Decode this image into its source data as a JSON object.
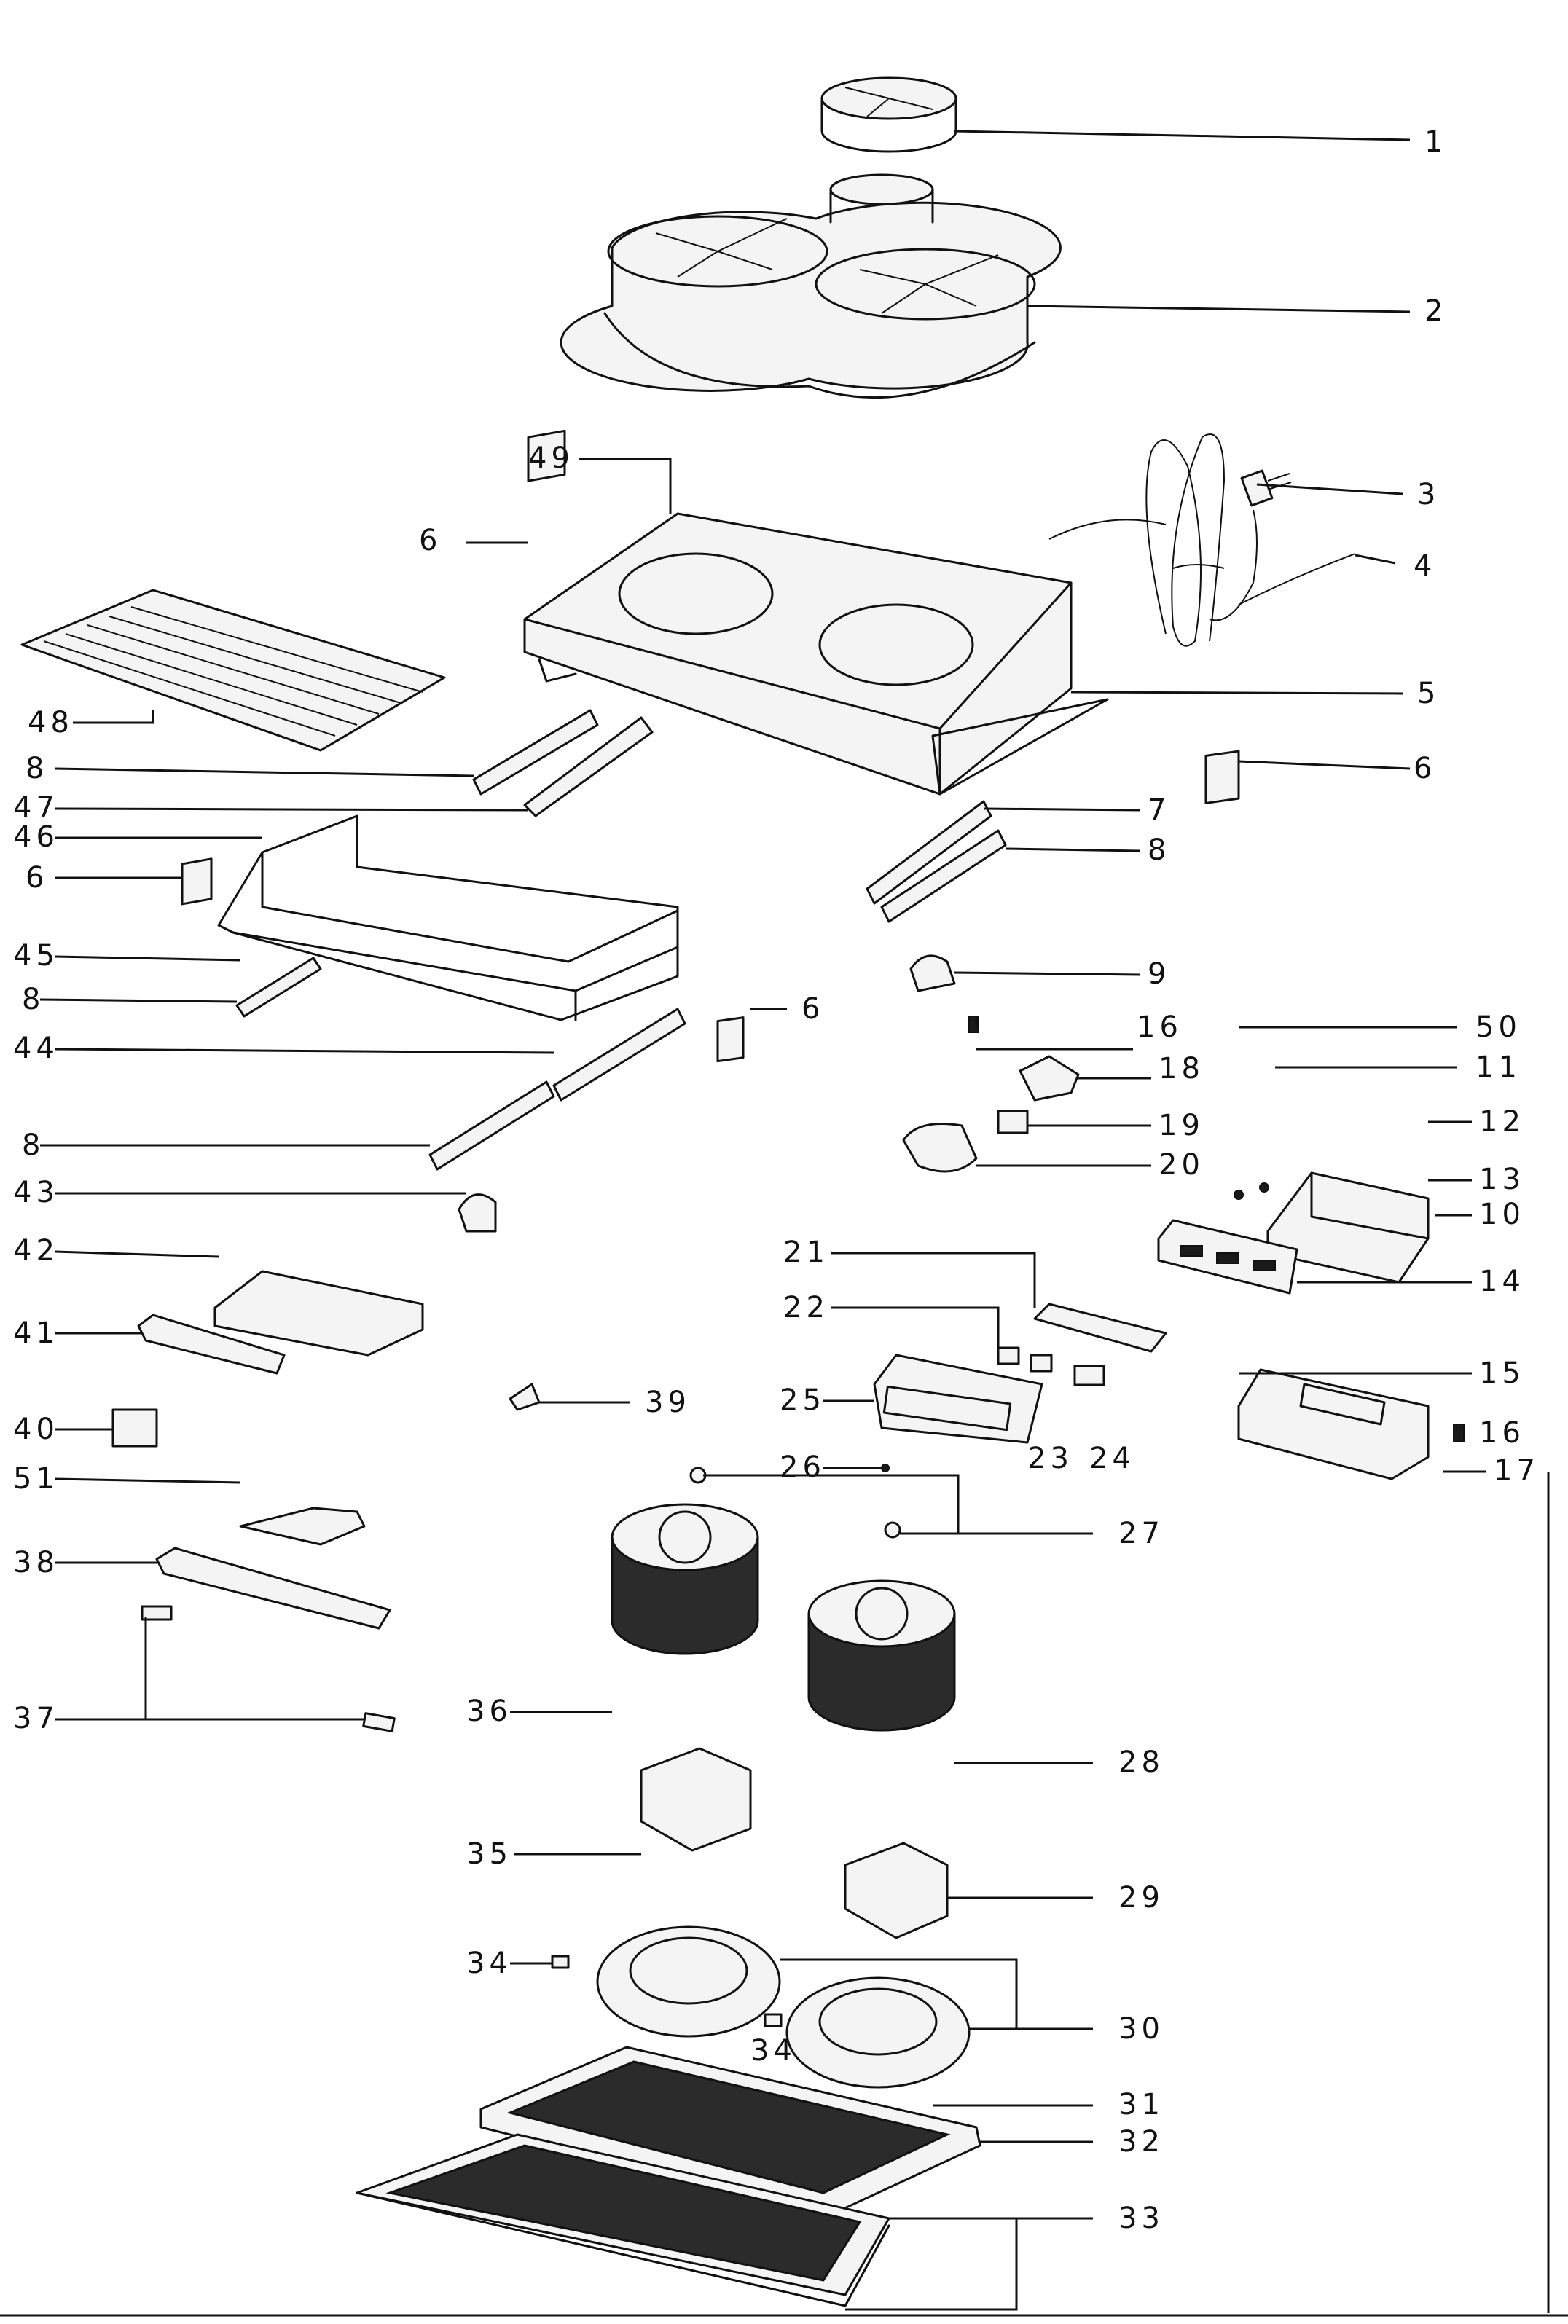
{
  "diagram": {
    "type": "exploded-parts-view",
    "callouts": [
      {
        "id": "c1",
        "text": "1"
      },
      {
        "id": "c2",
        "text": "2"
      },
      {
        "id": "c3",
        "text": "3"
      },
      {
        "id": "c4",
        "text": "4"
      },
      {
        "id": "c5",
        "text": "5"
      },
      {
        "id": "c6a",
        "text": "6"
      },
      {
        "id": "c6b",
        "text": "6"
      },
      {
        "id": "c6c",
        "text": "6"
      },
      {
        "id": "c6d",
        "text": "6"
      },
      {
        "id": "c7",
        "text": "7"
      },
      {
        "id": "c8a",
        "text": "8"
      },
      {
        "id": "c8b",
        "text": "8"
      },
      {
        "id": "c8c",
        "text": "8"
      },
      {
        "id": "c8d",
        "text": "8"
      },
      {
        "id": "c9",
        "text": "9"
      },
      {
        "id": "c10",
        "text": "10"
      },
      {
        "id": "c11",
        "text": "11"
      },
      {
        "id": "c12",
        "text": "12"
      },
      {
        "id": "c13",
        "text": "13"
      },
      {
        "id": "c14",
        "text": "14"
      },
      {
        "id": "c15",
        "text": "15"
      },
      {
        "id": "c16a",
        "text": "16"
      },
      {
        "id": "c16b",
        "text": "16"
      },
      {
        "id": "c17",
        "text": "17"
      },
      {
        "id": "c18",
        "text": "18"
      },
      {
        "id": "c19",
        "text": "19"
      },
      {
        "id": "c20",
        "text": "20"
      },
      {
        "id": "c21",
        "text": "21"
      },
      {
        "id": "c22",
        "text": "22"
      },
      {
        "id": "c23",
        "text": "23"
      },
      {
        "id": "c24",
        "text": "24"
      },
      {
        "id": "c25",
        "text": "25"
      },
      {
        "id": "c26",
        "text": "26"
      },
      {
        "id": "c27",
        "text": "27"
      },
      {
        "id": "c28",
        "text": "28"
      },
      {
        "id": "c29",
        "text": "29"
      },
      {
        "id": "c30",
        "text": "30"
      },
      {
        "id": "c31",
        "text": "31"
      },
      {
        "id": "c32",
        "text": "32"
      },
      {
        "id": "c33",
        "text": "33"
      },
      {
        "id": "c34a",
        "text": "34"
      },
      {
        "id": "c34b",
        "text": "34"
      },
      {
        "id": "c35",
        "text": "35"
      },
      {
        "id": "c36",
        "text": "36"
      },
      {
        "id": "c37",
        "text": "37"
      },
      {
        "id": "c38",
        "text": "38"
      },
      {
        "id": "c39",
        "text": "39"
      },
      {
        "id": "c40",
        "text": "40"
      },
      {
        "id": "c41",
        "text": "41"
      },
      {
        "id": "c42",
        "text": "42"
      },
      {
        "id": "c43",
        "text": "43"
      },
      {
        "id": "c44",
        "text": "44"
      },
      {
        "id": "c45",
        "text": "45"
      },
      {
        "id": "c46",
        "text": "46"
      },
      {
        "id": "c47",
        "text": "47"
      },
      {
        "id": "c48",
        "text": "48"
      },
      {
        "id": "c49",
        "text": "49"
      },
      {
        "id": "c50",
        "text": "50"
      },
      {
        "id": "c51",
        "text": "51"
      }
    ]
  }
}
